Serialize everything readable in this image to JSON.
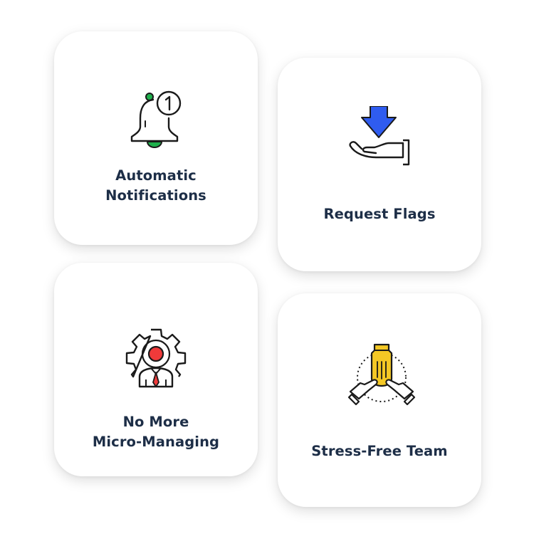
{
  "cards": [
    {
      "id": "automatic-notifications",
      "lines": [
        "Automatic",
        "Notifications"
      ],
      "icon": "bell-icon",
      "badge": "1"
    },
    {
      "id": "request-flags",
      "lines": [
        "Request Flags"
      ],
      "icon": "hand-receive-arrow-icon"
    },
    {
      "id": "no-more-micro-managing",
      "lines": [
        "No More",
        "Micro-Managing"
      ],
      "icon": "gear-person-icon"
    },
    {
      "id": "stress-free-team",
      "lines": [
        "Stress-Free Team"
      ],
      "icon": "team-hands-icon"
    }
  ],
  "colors": {
    "title": "#1d2e47",
    "accent_green": "#1fb04c",
    "accent_blue": "#2f5cf0",
    "accent_red": "#f03a3a",
    "accent_yellow": "#f4c825",
    "outline": "#1a1a1a"
  }
}
